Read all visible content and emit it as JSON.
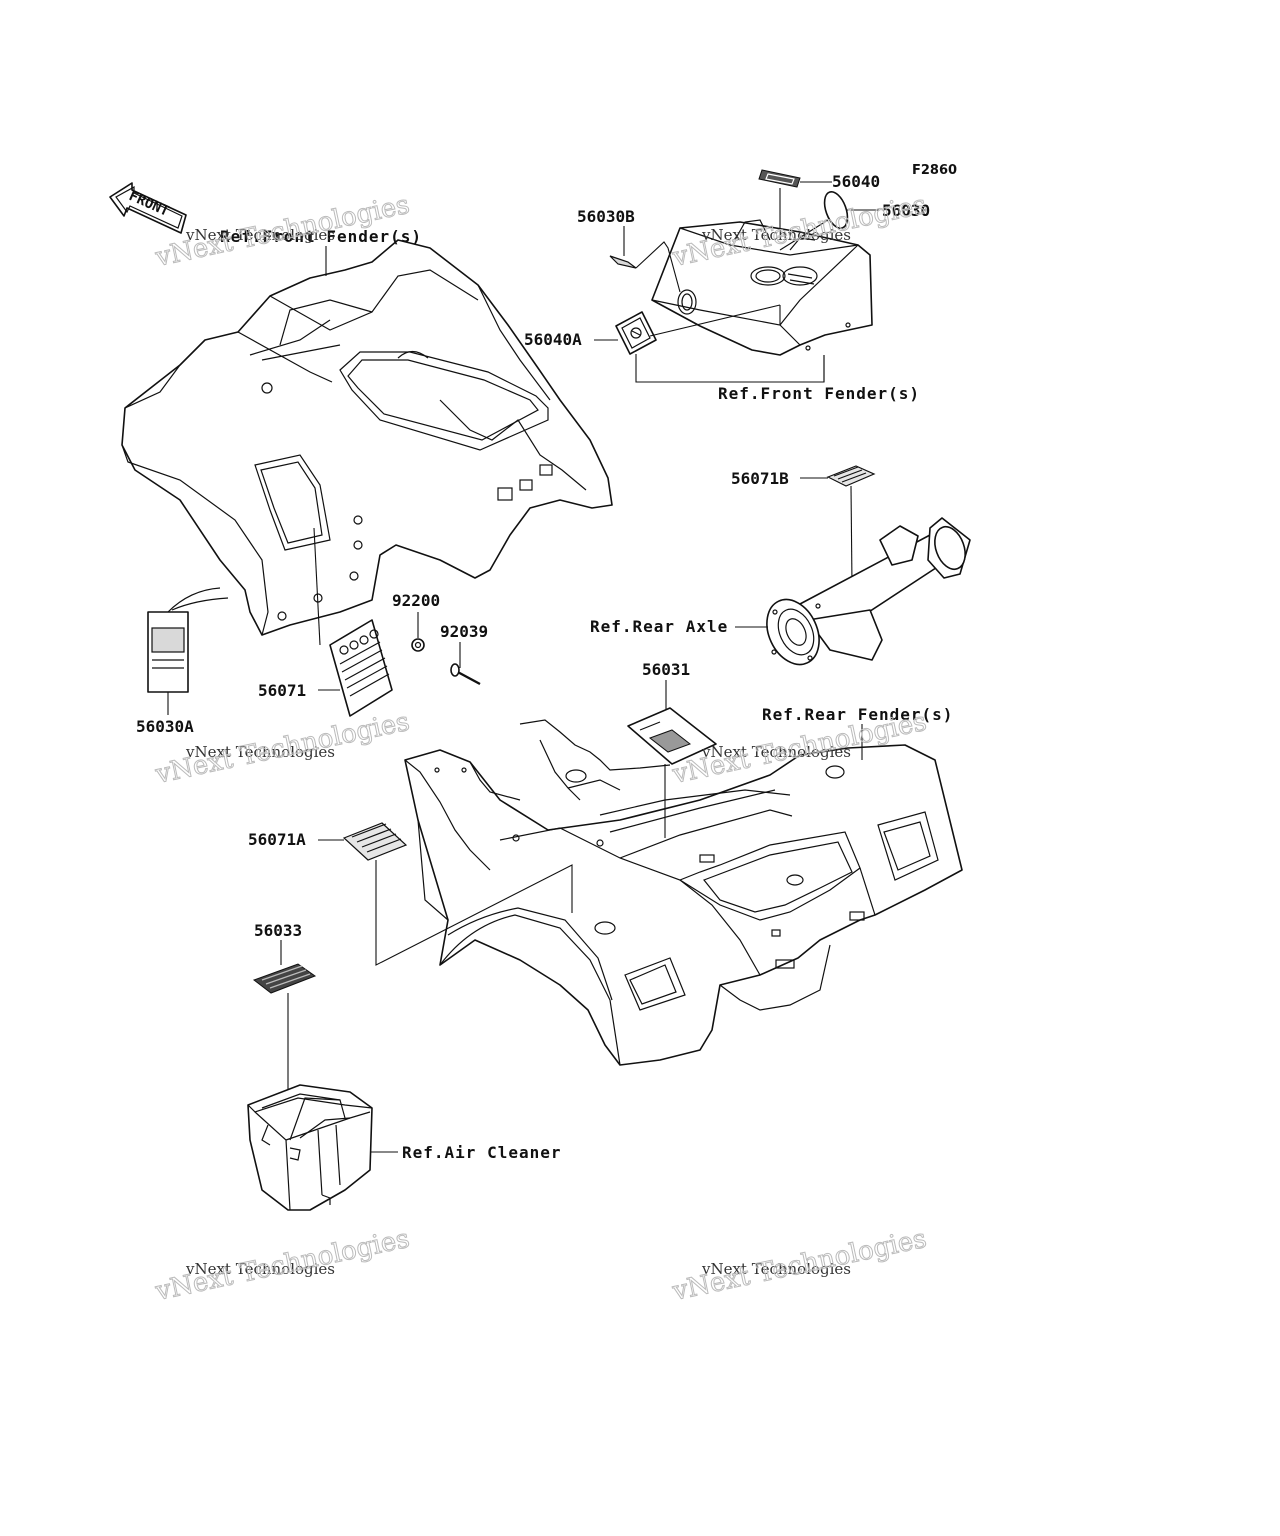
{
  "figure_code": "F2860",
  "front_arrow": "FRONT",
  "labels": {
    "p56040": "56040",
    "p56030": "56030",
    "p56030B": "56030B",
    "p56040A": "56040A",
    "p56071B": "56071B",
    "p92200": "92200",
    "p92039": "92039",
    "p56071": "56071",
    "p56030A": "56030A",
    "p56031": "56031",
    "p56071A": "56071A",
    "p56033": "56033"
  },
  "refs": {
    "front_fender_left": "Ref.Front Fender(s)",
    "front_fender_right": "Ref.Front Fender(s)",
    "rear_axle": "Ref.Rear Axle",
    "rear_fender": "Ref.Rear Fender(s)",
    "air_cleaner": "Ref.Air Cleaner"
  },
  "watermarks": [
    {
      "line1": "vNext Technologies",
      "line2": "vNext Technologies"
    },
    {
      "line1": "vNext Technologies",
      "line2": "vNext Technologies"
    },
    {
      "line1": "vNext Technologies",
      "line2": "vNext Technologies"
    },
    {
      "line1": "vNext Technologies",
      "line2": "vNext Technologies"
    },
    {
      "line1": "vNext Technologies",
      "line2": "vNext Technologies"
    },
    {
      "line1": "vNext Technologies",
      "line2": "vNext Technologies"
    }
  ]
}
